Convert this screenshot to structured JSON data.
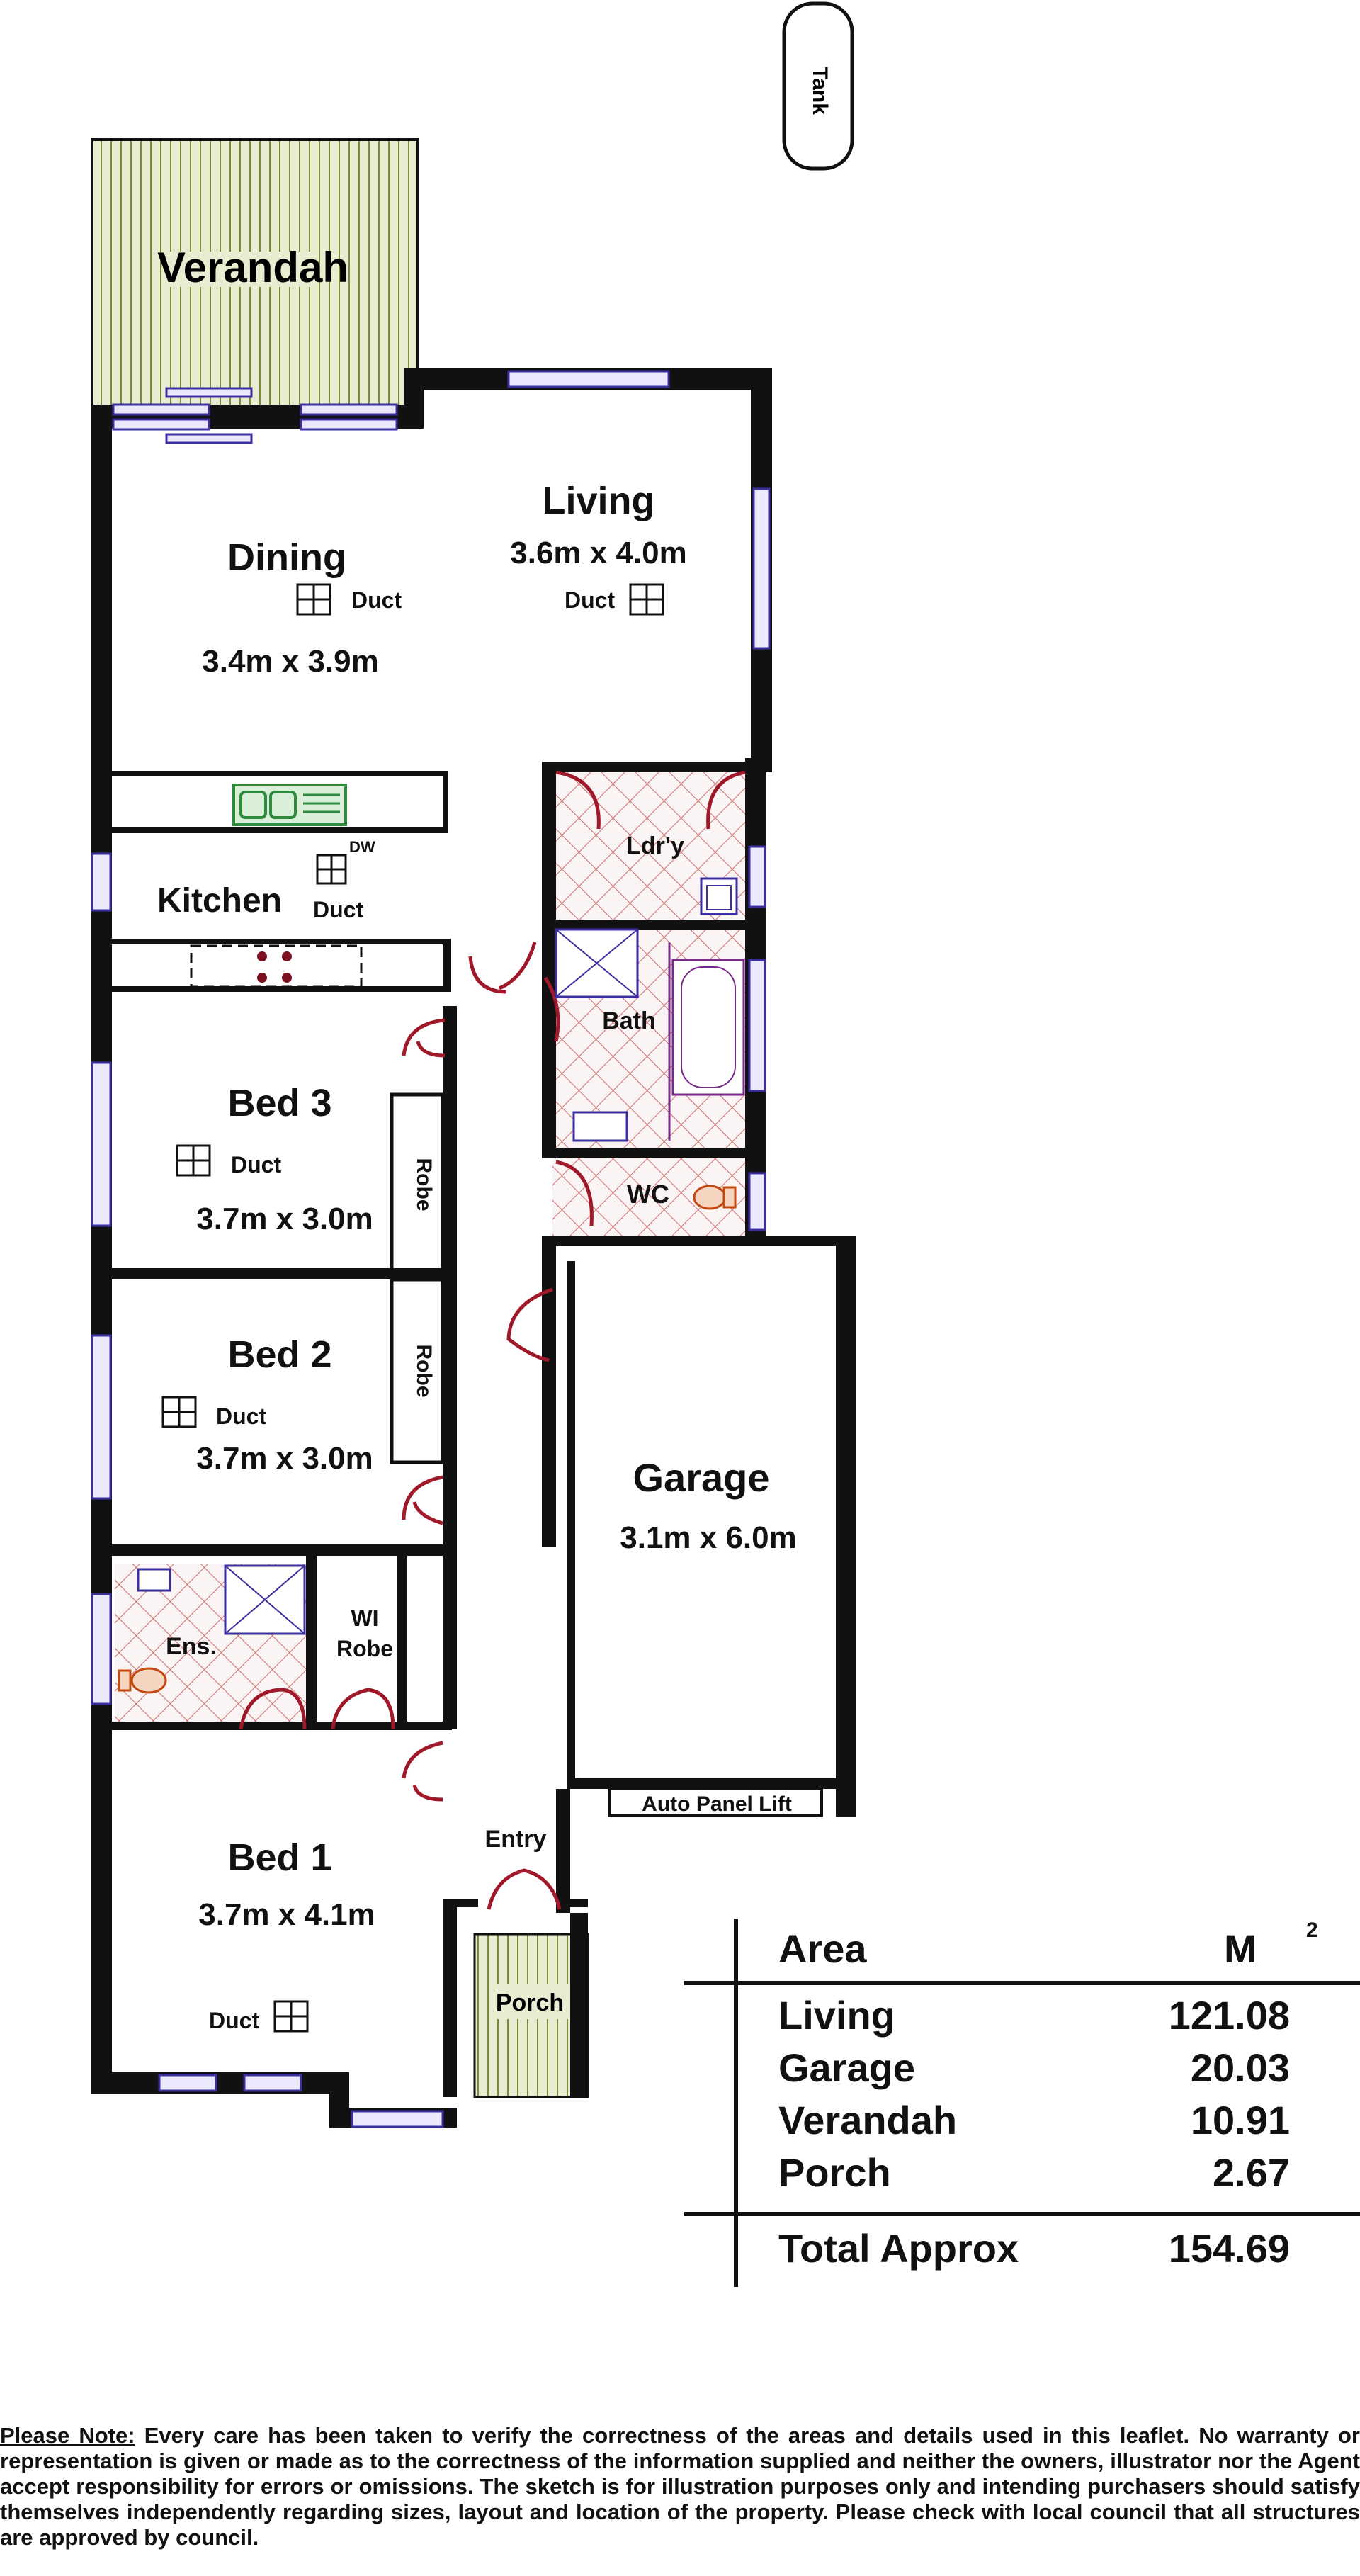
{
  "tank": "Tank",
  "rooms": {
    "verandah": "Verandah",
    "dining": {
      "name": "Dining",
      "size": "3.4m x 3.9m",
      "duct": "Duct"
    },
    "living": {
      "name": "Living",
      "size": "3.6m x 4.0m",
      "duct": "Duct"
    },
    "kitchen": {
      "name": "Kitchen",
      "duct": "Duct",
      "dw": "DW"
    },
    "laundry": "Ldr'y",
    "bath": "Bath",
    "wc": "WC",
    "bed3": {
      "name": "Bed 3",
      "size": "3.7m x 3.0m",
      "duct": "Duct",
      "robe": "Robe"
    },
    "bed2": {
      "name": "Bed 2",
      "size": "3.7m x 3.0m",
      "duct": "Duct",
      "robe": "Robe"
    },
    "ensuite": "Ens.",
    "wi_robe_1": "WI",
    "wi_robe_2": "Robe",
    "garage": {
      "name": "Garage",
      "size": "3.1m x 6.0m",
      "door": "Auto Panel Lift"
    },
    "entry": "Entry",
    "bed1": {
      "name": "Bed 1",
      "size": "3.7m x 4.1m",
      "duct": "Duct"
    },
    "porch": "Porch"
  },
  "area_table": {
    "header_label": "Area",
    "header_unit": "M",
    "header_unit_sup": "2",
    "rows": [
      {
        "label": "Living",
        "value": "121.08"
      },
      {
        "label": "Garage",
        "value": "20.03"
      },
      {
        "label": "Verandah",
        "value": "10.91"
      },
      {
        "label": "Porch",
        "value": "2.67"
      }
    ],
    "total_label": "Total Approx",
    "total_value": "154.69"
  },
  "note": {
    "label": "Please Note:",
    "text": "Every care has been taken to verify the correctness of the areas and details used in this leaflet. No warranty or representation is given or made as to the correctness of the information supplied and neither the owners, illustrator nor the Agent accept responsibility for errors or omissions. The sketch is for illustration purposes only and intending purchasers should satisfy themselves independently regarding sizes, layout and location of the property. Please check with local council that all structures are approved by council."
  },
  "colors": {
    "wall": "#111111",
    "window": "#6a5fc9",
    "door": "#a0192a",
    "verandah": "#e3e8c6",
    "wet_area": "#d98a8a",
    "sink": "#2e8b3e"
  }
}
